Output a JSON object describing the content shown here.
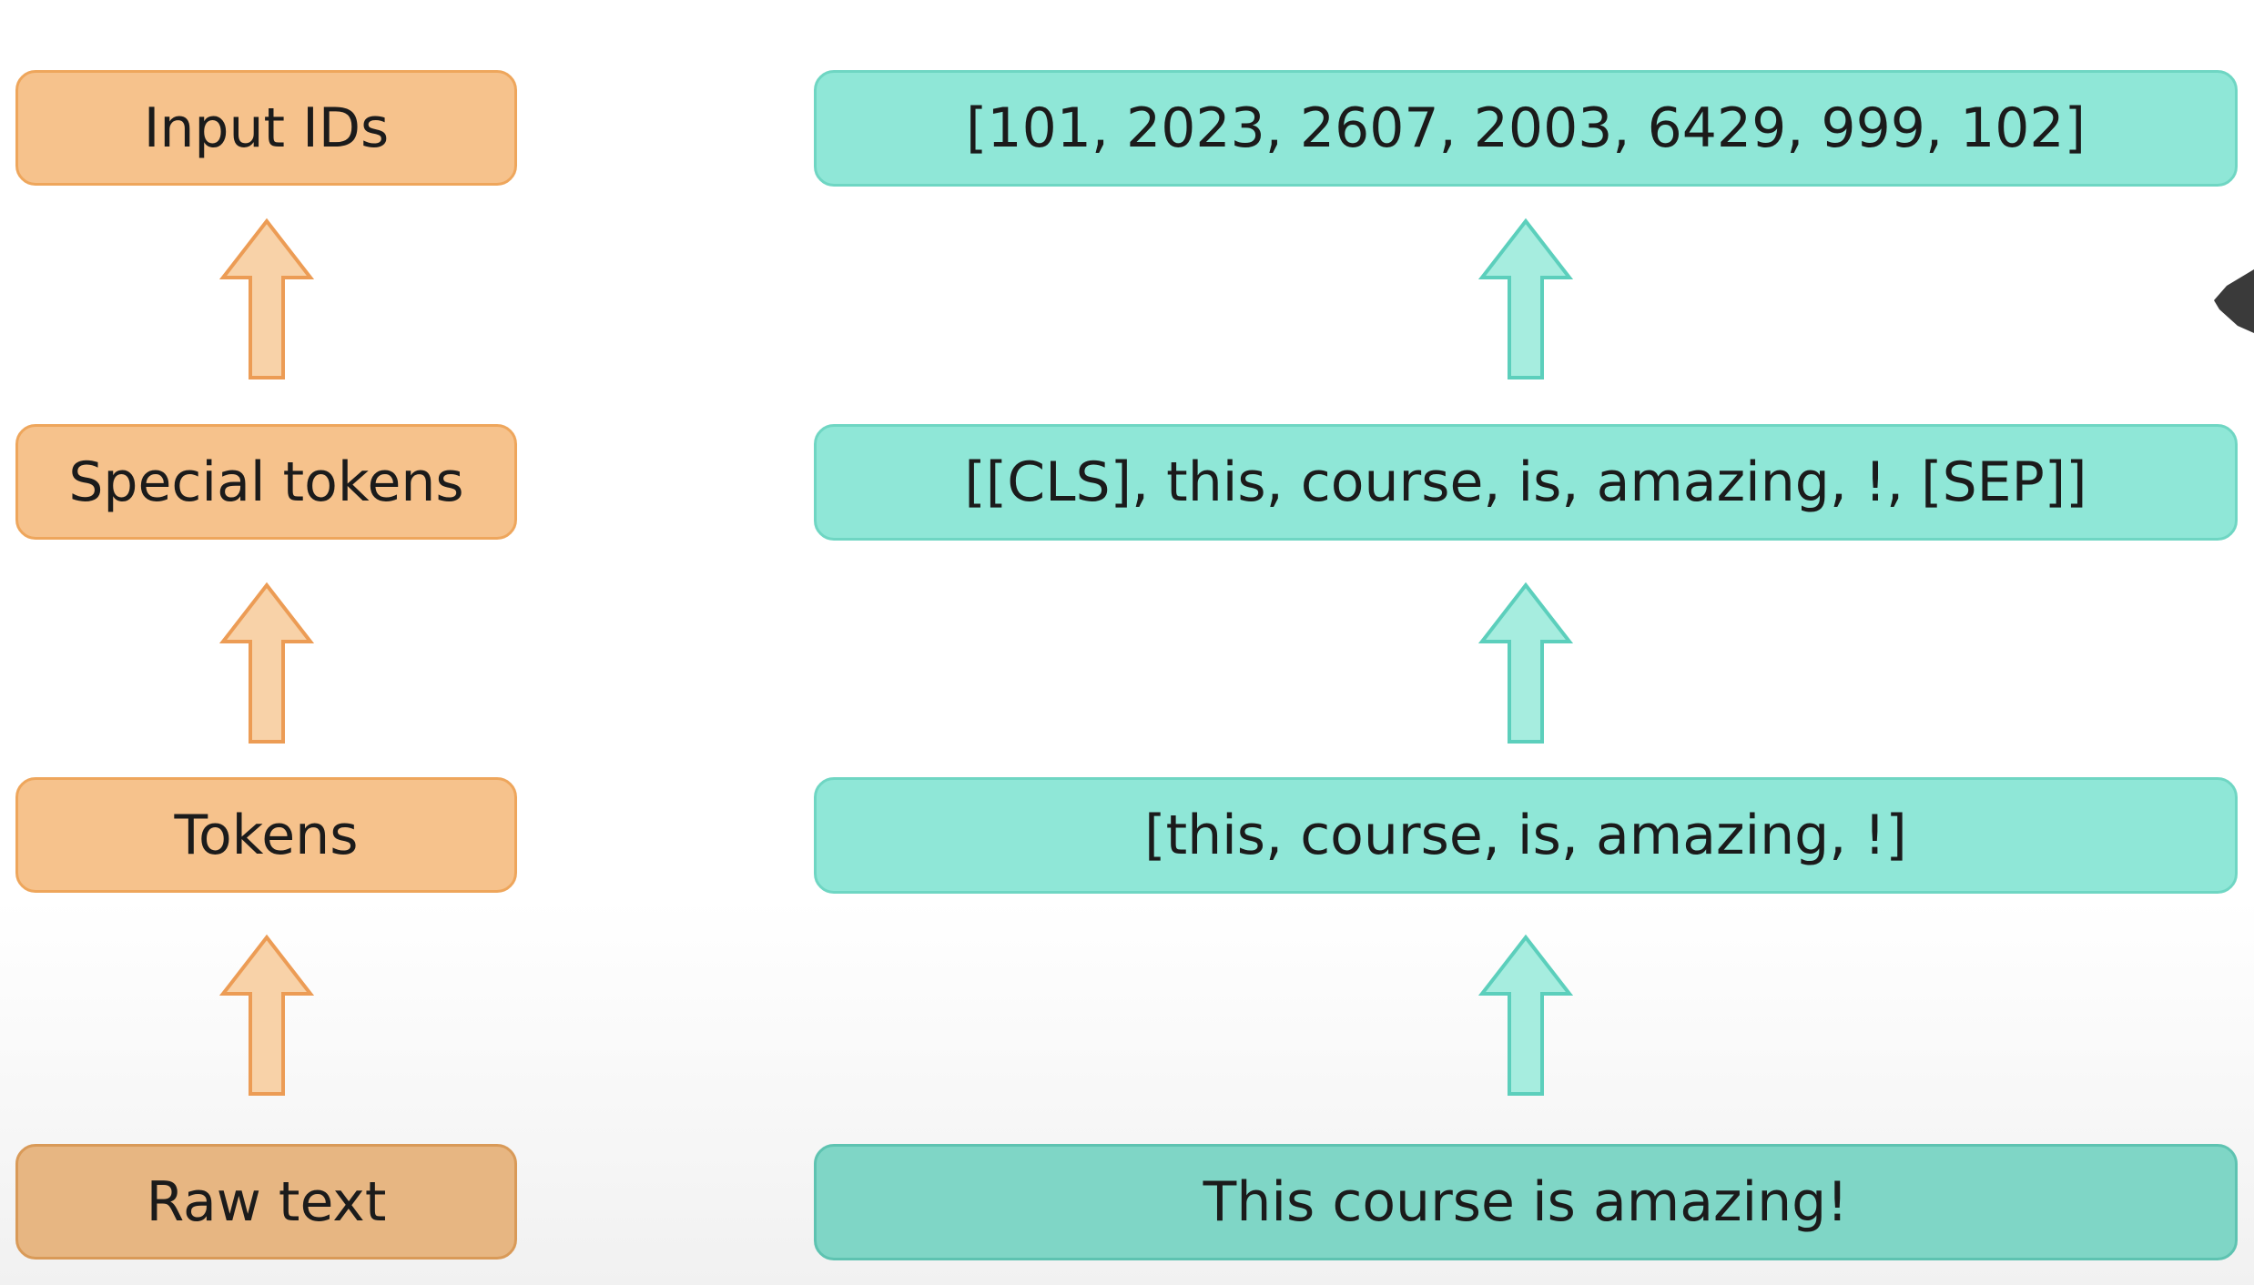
{
  "pipeline": {
    "steps": [
      {
        "label": "Input IDs",
        "value": "[101, 2023, 2607, 2003, 6429, 999, 102]"
      },
      {
        "label": "Special tokens",
        "value": "[[CLS], this, course, is, amazing, !, [SEP]]"
      },
      {
        "label": "Tokens",
        "value": "[this, course, is, amazing, !]"
      },
      {
        "label": "Raw text",
        "value": "This course is amazing!"
      }
    ]
  },
  "colors": {
    "left_fill": "#f6c28c",
    "left_border": "#eea65c",
    "right_fill": "#8fe7d7",
    "right_border": "#6fd6c3",
    "left_arrow_fill": "#f8d2a8",
    "left_arrow_stroke": "#ec9c55",
    "right_arrow_fill": "#a6eddf",
    "right_arrow_stroke": "#5ccfbc"
  },
  "icons": {
    "step_arrow": "arrow-up-icon"
  }
}
